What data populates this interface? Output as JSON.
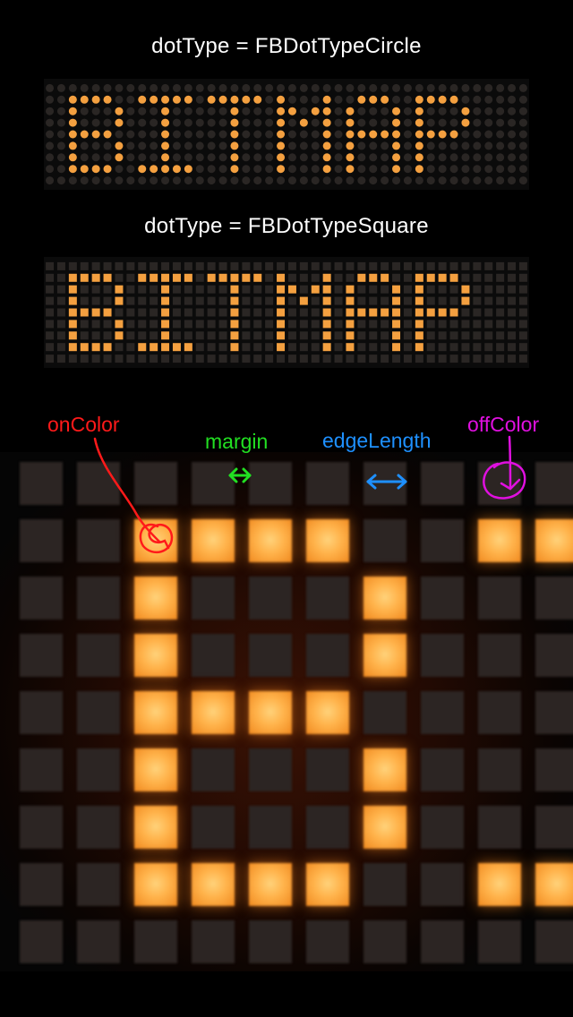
{
  "captions": {
    "circle": "dotType = FBDotTypeCircle",
    "square": "dotType = FBDotTypeSquare"
  },
  "annotations": {
    "on_color": "onColor",
    "margin": "margin",
    "edge_length": "edgeLength",
    "off_color": "offColor"
  },
  "colors": {
    "background": "#000000",
    "dot_on": "#f4a040",
    "dot_off": "#2a2624",
    "on_color_annotation": "#ff1a1a",
    "margin_annotation": "#22e022",
    "edge_length_annotation": "#1e90ff",
    "off_color_annotation": "#e010e0"
  },
  "bitmap": {
    "text": "BITMAP",
    "rows": [
      "..........................................",
      "..####..#####.#####.#...#..###..####......",
      "..#...#...#.....#...##.##.#...#.#...#.....",
      "..#...#...#.....#...#.#.#.#...#.#...#.....",
      "..####....#.....#...#...#.#####.####......",
      "..#...#...#.....#...#...#.#...#.#.........",
      "..#...#...#.....#...#...#.#...#.#.........",
      "..####..#####...#...#...#.#...#.#.........",
      ".........................................."
    ]
  }
}
